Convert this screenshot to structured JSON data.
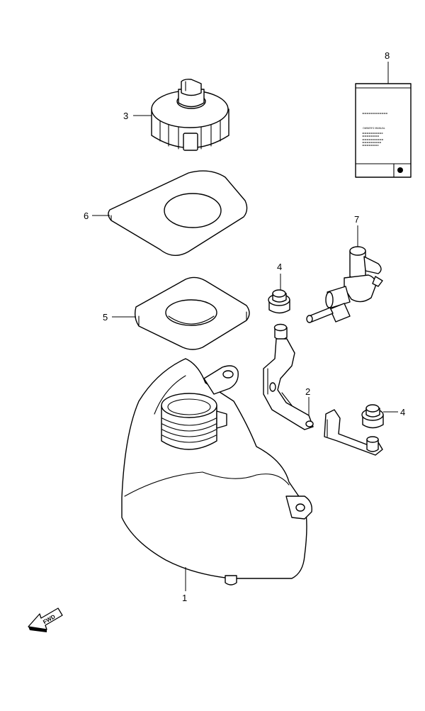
{
  "callouts": {
    "part_1": "1",
    "part_2": "2",
    "part_3": "3",
    "part_4_upper": "4",
    "part_4_right": "4",
    "part_5": "5",
    "part_6": "6",
    "part_7": "7",
    "part_8": "8"
  },
  "manual": {
    "title": "OWNER'S MANUAL"
  },
  "fwd_label": "FWD",
  "colors": {
    "line": "#000000",
    "background": "#ffffff"
  }
}
